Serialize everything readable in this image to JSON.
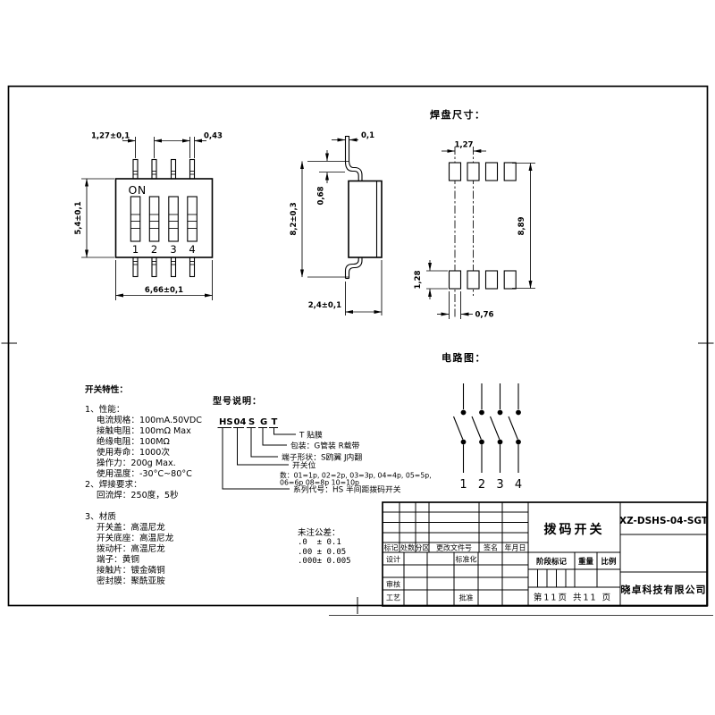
{
  "front_view": {
    "on_label": "ON",
    "switch_numbers": [
      "1",
      "2",
      "3",
      "4"
    ],
    "dim_pitch": "1,27±0,1",
    "dim_pin_width": "0,43",
    "dim_height": "5,4±0,1",
    "dim_width": "6,66±0,1"
  },
  "side_view": {
    "dim_pin_thickness": "0,1",
    "dim_lead_height": "0,68",
    "dim_total_height": "8,2±0,3",
    "dim_depth": "2,4±0,1"
  },
  "pad_layout": {
    "title": "焊盘尺寸：",
    "dim_pitch": "1,27",
    "dim_row_span": "8,89",
    "dim_pad_height": "1,28",
    "dim_pad_width": "0,76"
  },
  "circuit": {
    "title": "电路图：",
    "pole_numbers": [
      "1",
      "2",
      "3",
      "4"
    ]
  },
  "characteristics": {
    "title": "开关特性：",
    "lines": [
      "1、性能：",
      "电流规格：100mA.50VDC",
      "接触电阻：100mΩ Max",
      "绝缘电阻：100MΩ",
      "使用寿命：1000次",
      "操作力：200g Max.",
      "使用温度：-30°C~80°C",
      "2、焊接要求：",
      "回流焊：250度，5秒",
      "3、材质",
      "开关盖：高温尼龙",
      "开关底座：高温尼龙",
      "拨动杆：高温尼龙",
      "端子：黄铜",
      "接触片：镀金磷铜",
      "密封膜：聚酰亚胺"
    ]
  },
  "model_code": {
    "title": "型号说明：",
    "segments": [
      "HS",
      "04",
      "S",
      "G",
      "T"
    ],
    "labels": {
      "t": "T 贴膜",
      "g": "包装：G管装  R载带",
      "s": "端子形状：S鸥翼 J内翻",
      "positions_1": "开关位",
      "positions_2": "数：01=1p, 02=2p, 03=3p, 04=4p, 05=5p,",
      "positions_3": "06=6p 08=8p 10=10p",
      "series": "系列代号：HS 半间距拨码开关"
    }
  },
  "tolerance": {
    "title": "未注公差：",
    "rows": [
      ".0  ± 0.1",
      ".00 ± 0.05",
      ".000± 0.005"
    ]
  },
  "title_block": {
    "revision_headers": [
      "标记",
      "处数",
      "分区",
      "更改文件号",
      "签名",
      "年月日"
    ],
    "design_label": "设计",
    "standardization_label": "标准化",
    "review_label": "审核",
    "process_label": "工艺",
    "approve_label": "批准",
    "product_name": "拨码开关",
    "stage_label": "阶段标记",
    "weight_label": "重量",
    "scale_label": "比例",
    "page_info": "第11页 共11 页",
    "part_number": "XZ-DSHS-04-SGT",
    "company": "晓卓科技有限公司"
  }
}
